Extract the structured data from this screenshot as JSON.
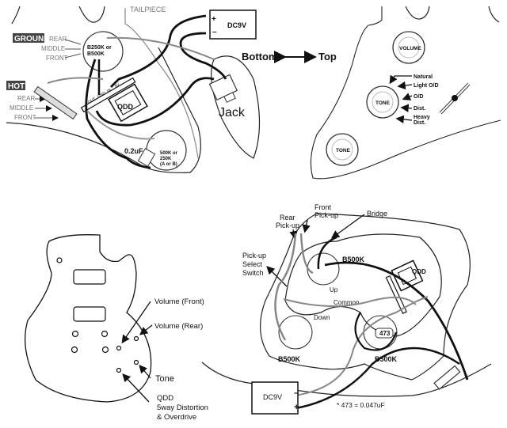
{
  "panel_top_left": {
    "tailpiece_label": "TAILPIECE",
    "ground_badge": "GROUND",
    "ground_items": [
      "REAR",
      "MIDDLE",
      "FRONT"
    ],
    "hot_badge": "HOT",
    "hot_items": [
      "REAR",
      "MIDDLE",
      "FRONT"
    ],
    "pot_main_label_1": "B250K or",
    "pot_main_label_2": "B500K",
    "qdd_label": "QDD",
    "qdd_pins": [
      "OUT",
      "GND",
      "IN",
      "9V"
    ],
    "battery_label": "DC9V",
    "battery_plus": "+",
    "battery_minus": "–",
    "jack_label": "Jack",
    "cap_label": "0.2uF",
    "tone_pot_label_1": "500K or",
    "tone_pot_label_2": "250K",
    "tone_pot_label_3": "(A or B)"
  },
  "panel_top_right": {
    "orientation_left": "Bottom",
    "orientation_right": "Top",
    "volume_knob": "VOLUME",
    "tone_knob_1": "TONE",
    "tone_knob_2": "TONE",
    "tone_positions": [
      "Natural",
      "Light O/D",
      "O/D",
      "Dist.",
      "Heavy",
      "Dist."
    ]
  },
  "panel_bottom_left": {
    "labels": {
      "volume_front": "Volume (Front)",
      "volume_rear": "Volume (Rear)",
      "tone": "Tone",
      "qdd_1": "QDD",
      "qdd_2": "5way Distortion",
      "qdd_3": "& Overdrive"
    }
  },
  "panel_bottom_right": {
    "rear_pickup_1": "Rear",
    "rear_pickup_2": "Pick-up",
    "front_pickup_1": "Front",
    "front_pickup_2": "Pick-up",
    "bridge": "Bridge",
    "switch_1": "Pick-up",
    "switch_2": "Select",
    "switch_3": "Switch",
    "pot_top": "B500K",
    "pot_left": "B500K",
    "pot_right": "B500K",
    "up": "Up",
    "common": "Common",
    "down": "Down",
    "cap_code": "473",
    "qdd_label": "QDD",
    "battery_label": "DC9V",
    "battery_minus": "–",
    "battery_plus": "+",
    "footnote": "* 473 = 0.047uF"
  }
}
